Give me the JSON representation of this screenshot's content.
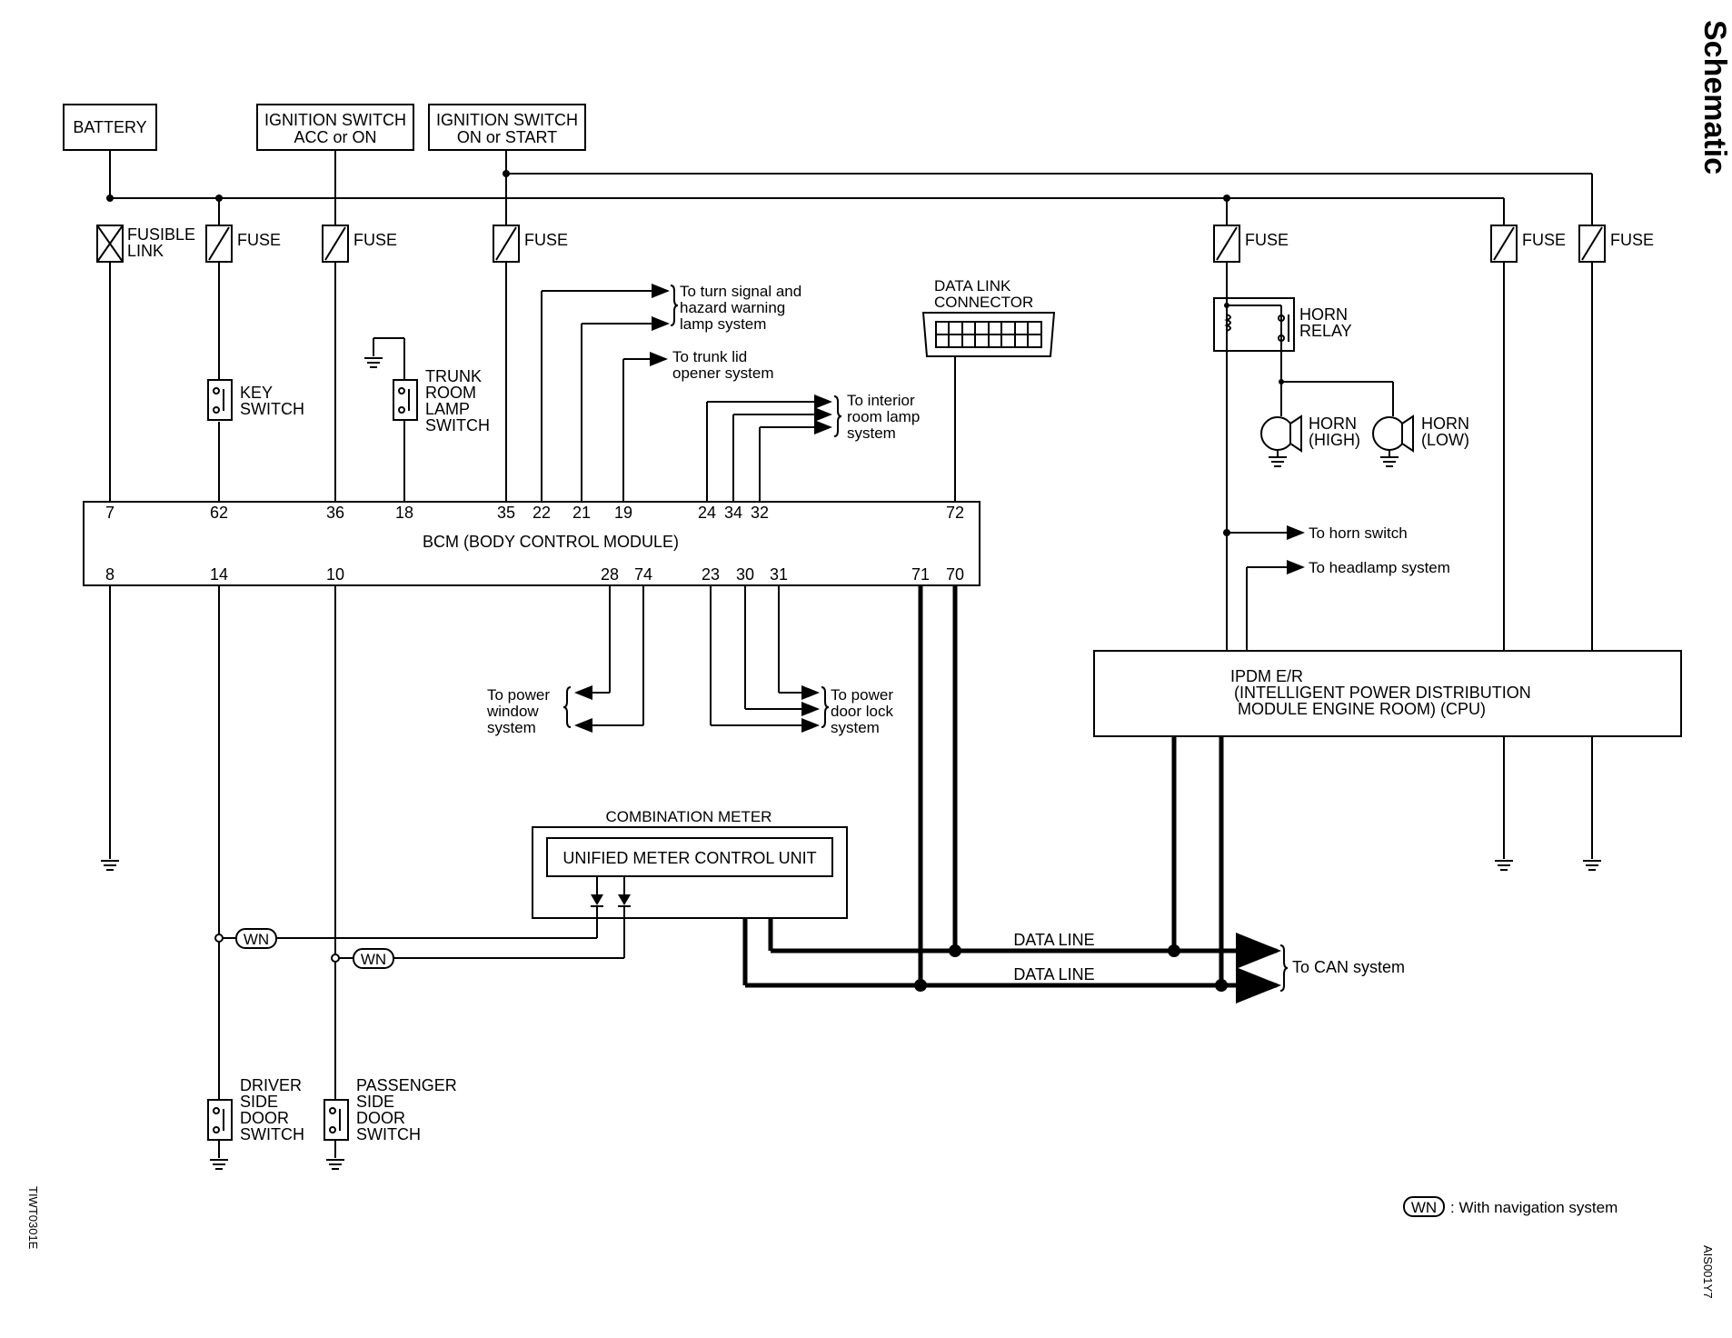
{
  "page": {
    "title": "Schematic",
    "code_left": "TIWT0301E",
    "code_right": "AIS001Y7"
  },
  "sources": {
    "battery": "BATTERY",
    "ign_acc_1": "IGNITION SWITCH",
    "ign_acc_2": "ACC or ON",
    "ign_on_1": "IGNITION SWITCH",
    "ign_on_2": "ON or START"
  },
  "fuses": {
    "fusible_1": "FUSIBLE",
    "fusible_2": "LINK",
    "fuse_label": "FUSE"
  },
  "switches": {
    "key_1": "KEY",
    "key_2": "SWITCH",
    "trunk_1": "TRUNK",
    "trunk_2": "ROOM",
    "trunk_3": "LAMP",
    "trunk_4": "SWITCH",
    "driver_1": "DRIVER",
    "driver_2": "SIDE",
    "driver_3": "DOOR",
    "driver_4": "SWITCH",
    "pass_1": "PASSENGER",
    "pass_2": "SIDE",
    "pass_3": "DOOR",
    "pass_4": "SWITCH"
  },
  "bcm": {
    "name": "BCM (BODY CONTROL MODULE)",
    "top_pins": [
      "7",
      "62",
      "36",
      "18",
      "35",
      "22",
      "21",
      "19",
      "24",
      "34",
      "32",
      "72"
    ],
    "bottom_pins": [
      "8",
      "14",
      "10",
      "28",
      "74",
      "23",
      "30",
      "31",
      "71",
      "70"
    ]
  },
  "destinations": {
    "turn_1": "To turn signal and",
    "turn_2": "hazard warning",
    "turn_3": "lamp system",
    "trunk_1": "To trunk lid",
    "trunk_2": "opener system",
    "interior_1": "To interior",
    "interior_2": "room lamp",
    "interior_3": "system",
    "window_1": "To power",
    "window_2": "window",
    "window_3": "system",
    "door_1": "To power",
    "door_2": "door lock",
    "door_3": "system",
    "horn_switch": "To horn switch",
    "headlamp": "To headlamp system",
    "can": "To CAN system"
  },
  "dlc": {
    "l1": "DATA LINK",
    "l2": "CONNECTOR"
  },
  "horn": {
    "relay_1": "HORN",
    "relay_2": "RELAY",
    "high_1": "HORN",
    "high_2": "(HIGH)",
    "low_1": "HORN",
    "low_2": "(LOW)"
  },
  "ipdm": {
    "l1": "IPDM E/R",
    "l2": "(INTELLIGENT POWER DISTRIBUTION",
    "l3": "MODULE ENGINE ROOM) (CPU)"
  },
  "meter": {
    "outer": "COMBINATION METER",
    "inner": "UNIFIED METER CONTROL UNIT"
  },
  "data_line": "DATA LINE",
  "wn": {
    "tag": "WN",
    "legend": ": With navigation system"
  }
}
